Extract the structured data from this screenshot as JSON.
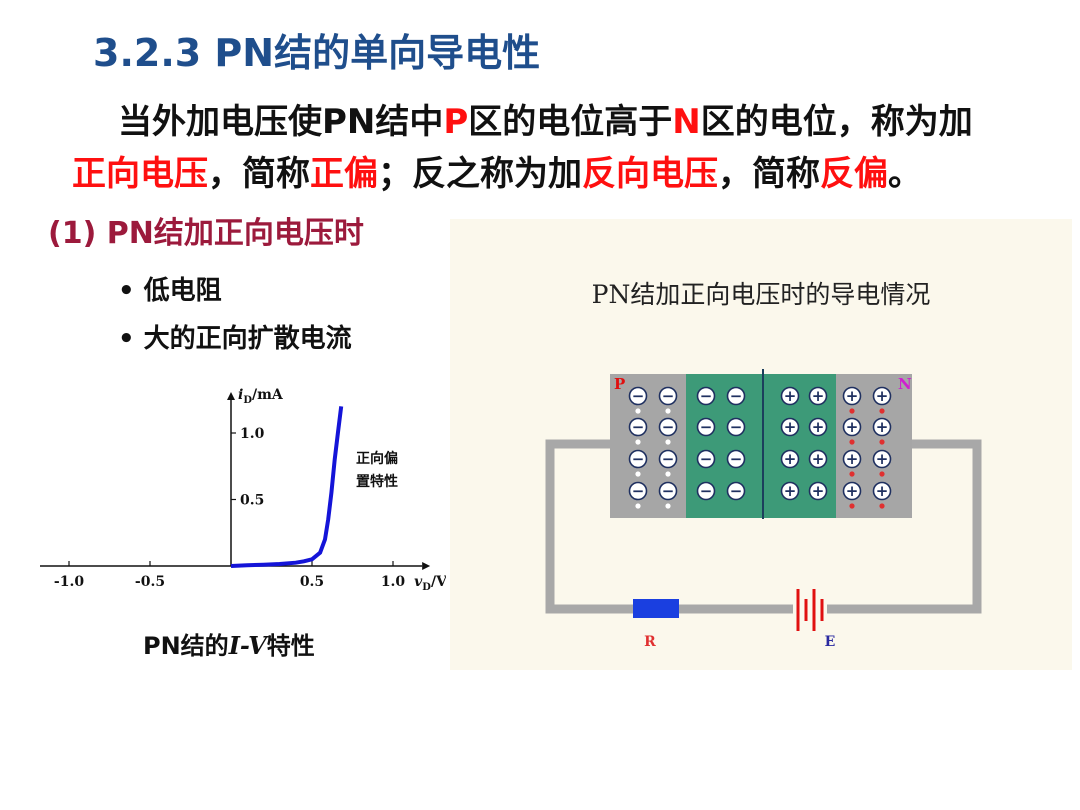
{
  "slide": {
    "title": "3.2.3  PN结的单向导电性",
    "intro": {
      "line1": [
        {
          "text": "当外加电压使PN结中",
          "highlight": false
        },
        {
          "text": "P",
          "highlight": true
        },
        {
          "text": "区的电位高于",
          "highlight": false
        },
        {
          "text": "N",
          "highlight": true
        },
        {
          "text": "区的电位，称为加",
          "highlight": false
        }
      ],
      "line2": [
        {
          "text": "正向电压",
          "highlight": true
        },
        {
          "text": "，简称",
          "highlight": false
        },
        {
          "text": "正偏",
          "highlight": true
        },
        {
          "text": "；反之称为加",
          "highlight": false
        },
        {
          "text": "反向电压",
          "highlight": true
        },
        {
          "text": "，简称",
          "highlight": false
        },
        {
          "text": "反偏",
          "highlight": true
        },
        {
          "text": "。",
          "highlight": false
        }
      ]
    },
    "section_heading": "(1) PN结加正向电压时",
    "bullets": [
      "低电阻",
      "大的正向扩散电流"
    ],
    "colors": {
      "title": "#1f4e8c",
      "highlight": "#ff1010",
      "section": "#9c1a3c",
      "curve": "#1414d8"
    }
  },
  "iv_chart": {
    "caption_prefix": "PN结的",
    "caption_italic": "I-V",
    "caption_suffix": "特性",
    "y_axis_label": "/mA",
    "y_axis_symbol": "i",
    "y_axis_sub": "D",
    "x_axis_label": "/V",
    "x_axis_symbol": "v",
    "x_axis_sub": "D",
    "curve_label_line1": "正向偏",
    "curve_label_line2": "置特性"
  },
  "chart_data": {
    "type": "line",
    "title": "",
    "xlabel": "vD/V",
    "ylabel": "iD/mA",
    "xlim": [
      -1.2,
      1.25
    ],
    "ylim": [
      0,
      1.3
    ],
    "x_ticks": [
      -1.0,
      -0.5,
      0.5,
      1.0
    ],
    "x_tick_labels": [
      "-1.0",
      "-0.5",
      "0.5",
      "1.0"
    ],
    "y_ticks": [
      0.5,
      1.0
    ],
    "y_tick_labels": [
      "0.5",
      "1.0"
    ],
    "series": [
      {
        "x": [
          0.0,
          0.1,
          0.2,
          0.3,
          0.4,
          0.45,
          0.5,
          0.55,
          0.58,
          0.6,
          0.62,
          0.64,
          0.66,
          0.68
        ],
        "y": [
          0.0,
          0.005,
          0.01,
          0.015,
          0.025,
          0.035,
          0.05,
          0.1,
          0.2,
          0.35,
          0.55,
          0.8,
          1.0,
          1.2
        ]
      }
    ],
    "grid": false
  },
  "circuit": {
    "title": "PN结加正向电压时的导电情况",
    "p_label": "P",
    "n_label": "N",
    "r_label": "R",
    "e_label": "E",
    "minus_symbol": "−",
    "plus_symbol": "+",
    "colors": {
      "p_region": "#a6a6a6",
      "depletion": "#3d9a78",
      "n_region": "#a6a6a6",
      "wire": "#a8a8a8",
      "resistor": "#1a3fe0",
      "battery": "#e01010",
      "p_label": "#e01010",
      "n_label": "#d020d0",
      "carrier_label": "#e03030",
      "ion": "#1f3060"
    }
  }
}
